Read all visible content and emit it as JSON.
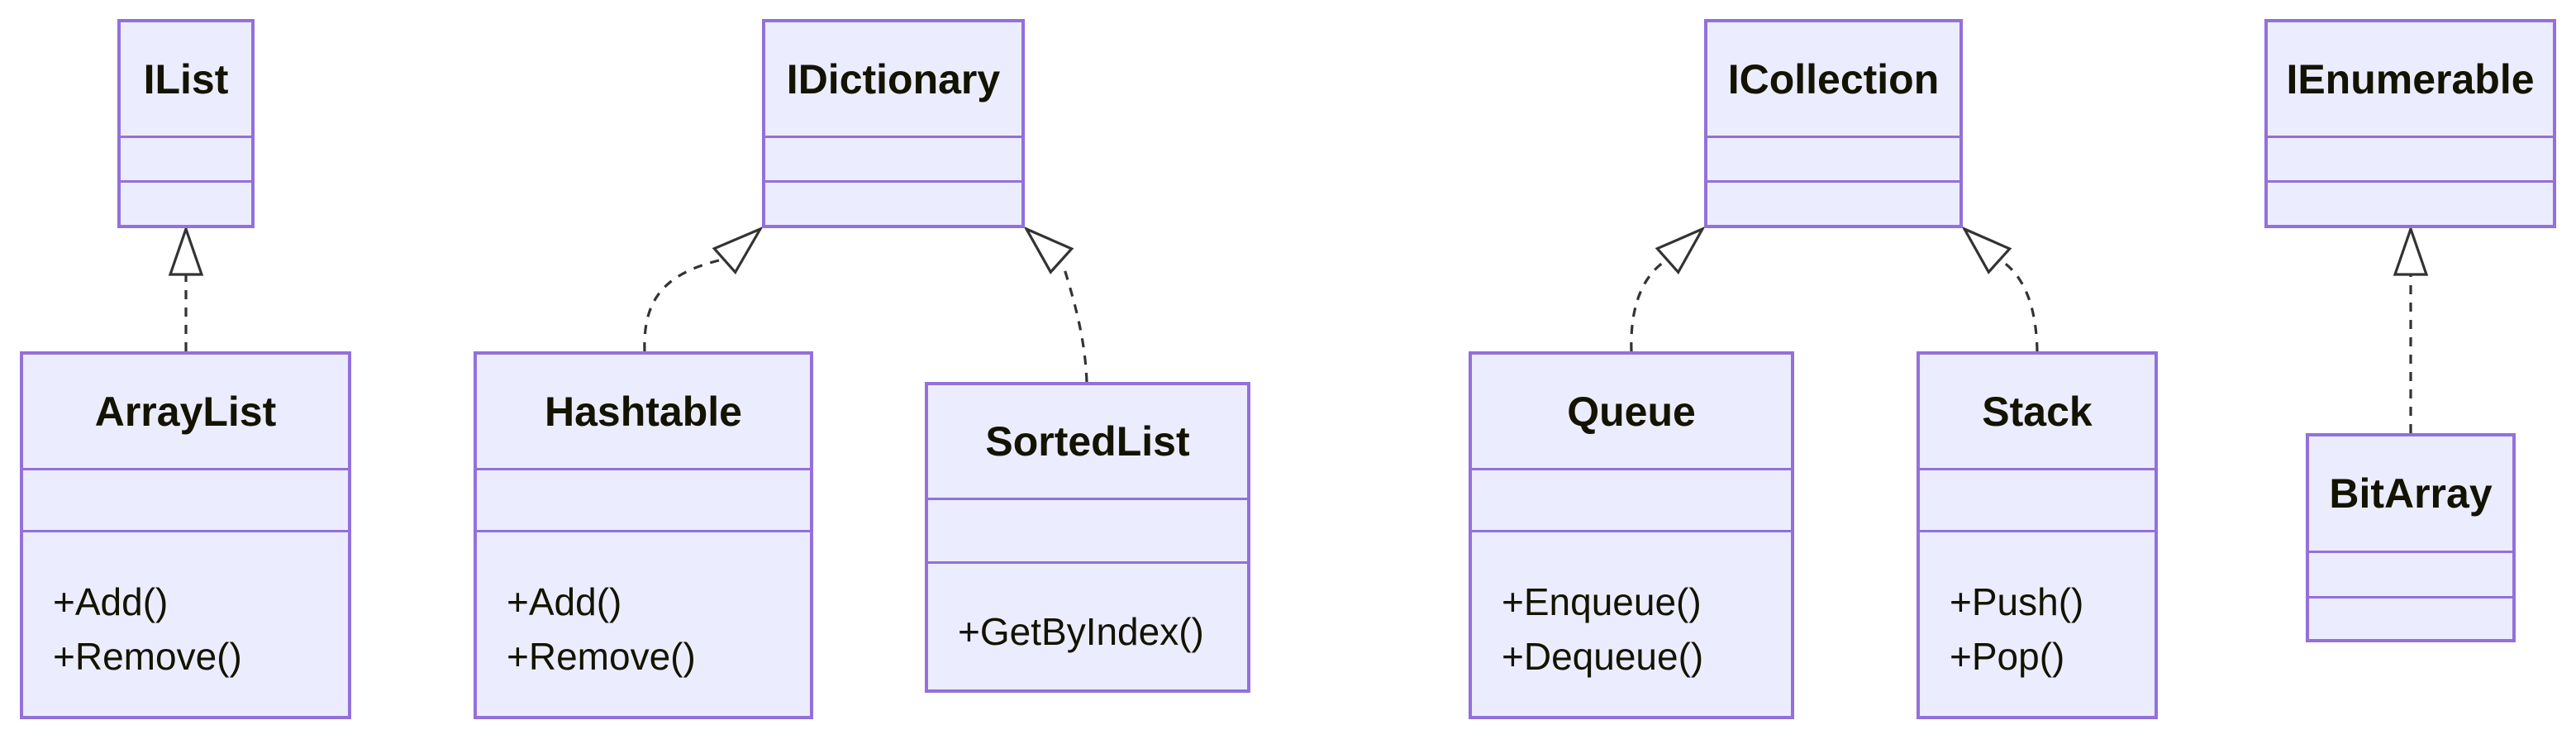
{
  "diagram": {
    "type": "uml-class-diagram",
    "colors": {
      "node_fill": "#ECECFF",
      "node_border": "#9370DB",
      "edge": "#333333",
      "text": "#131300",
      "background": "#ffffff"
    },
    "classes": [
      {
        "name": "IList",
        "kind": "interface",
        "methods": []
      },
      {
        "name": "IDictionary",
        "kind": "interface",
        "methods": []
      },
      {
        "name": "ICollection",
        "kind": "interface",
        "methods": []
      },
      {
        "name": "IEnumerable",
        "kind": "interface",
        "methods": []
      },
      {
        "name": "ArrayList",
        "kind": "class",
        "methods": [
          "+Add()",
          "+Remove()"
        ]
      },
      {
        "name": "Hashtable",
        "kind": "class",
        "methods": [
          "+Add()",
          "+Remove()"
        ]
      },
      {
        "name": "SortedList",
        "kind": "class",
        "methods": [
          "+GetByIndex()"
        ]
      },
      {
        "name": "Queue",
        "kind": "class",
        "methods": [
          "+Enqueue()",
          "+Dequeue()"
        ]
      },
      {
        "name": "Stack",
        "kind": "class",
        "methods": [
          "+Push()",
          "+Pop()"
        ]
      },
      {
        "name": "BitArray",
        "kind": "class",
        "methods": []
      }
    ],
    "relations": [
      {
        "from": "ArrayList",
        "to": "IList",
        "type": "realization"
      },
      {
        "from": "Hashtable",
        "to": "IDictionary",
        "type": "realization"
      },
      {
        "from": "SortedList",
        "to": "IDictionary",
        "type": "realization"
      },
      {
        "from": "Queue",
        "to": "ICollection",
        "type": "realization"
      },
      {
        "from": "Stack",
        "to": "ICollection",
        "type": "realization"
      },
      {
        "from": "BitArray",
        "to": "IEnumerable",
        "type": "realization"
      }
    ]
  }
}
